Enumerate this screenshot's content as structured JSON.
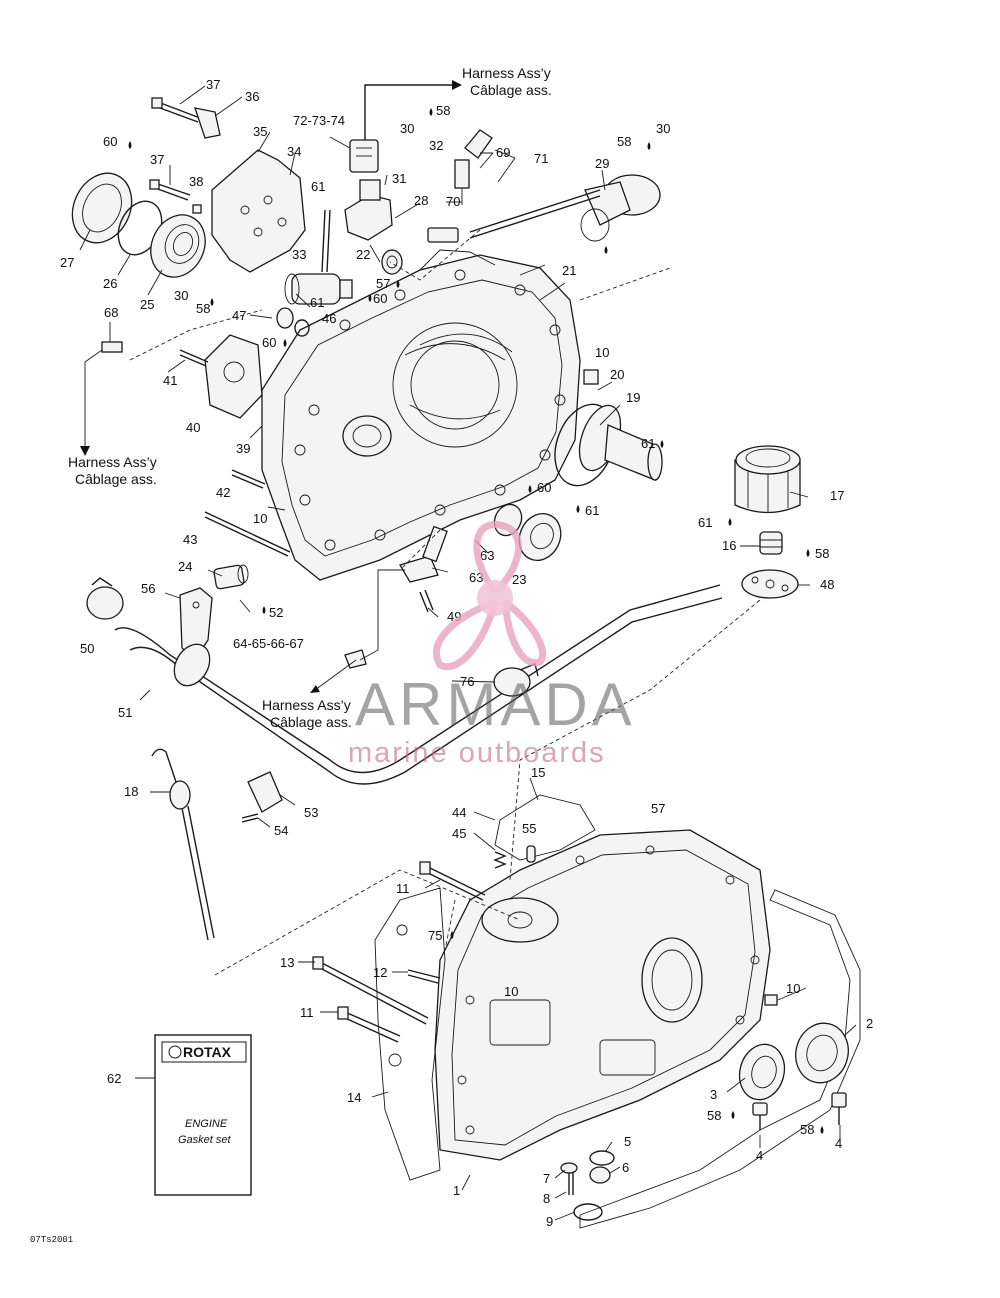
{
  "harness_captions": [
    {
      "line1": "Harness Ass’y",
      "line2": "Câblage ass."
    },
    {
      "line1": "Harness Ass’y",
      "line2": "Câblage ass."
    },
    {
      "line1": "Harness Ass’y",
      "line2": "Câblage ass."
    }
  ],
  "part_labels": [
    "37",
    "36",
    "72-73-74",
    "30",
    "58",
    "69",
    "71",
    "60",
    "35",
    "34",
    "30",
    "58",
    "37",
    "38",
    "61",
    "31",
    "32",
    "28",
    "70",
    "29",
    "27",
    "26",
    "25",
    "22",
    "57",
    "60",
    "21",
    "61",
    "30",
    "58",
    "33",
    "47",
    "46",
    "60",
    "68",
    "41",
    "10",
    "20",
    "19",
    "61",
    "40",
    "39",
    "61",
    "17",
    "42",
    "10",
    "60",
    "61",
    "43",
    "63",
    "23",
    "16",
    "58",
    "24",
    "63",
    "48",
    "56",
    "52",
    "49",
    "50",
    "64-65-66-67",
    "76",
    "51",
    "18",
    "15",
    "53",
    "57",
    "54",
    "44",
    "45",
    "55",
    "11",
    "75",
    "13",
    "12",
    "10",
    "10",
    "11",
    "2",
    "62",
    "3",
    "14",
    "58",
    "58",
    "4",
    "5",
    "4",
    "6",
    "7",
    "8",
    "1",
    "9"
  ],
  "booklet": {
    "brand": "ROTAX",
    "line1": "ENGINE",
    "line2": "Gasket set"
  },
  "watermark": {
    "brand": "ARMADA",
    "sub": "marine outboards"
  },
  "drawing_code": "07Ts2001",
  "colors": {
    "ink": "#1a1a1a",
    "watermark_pink": "#e8a3bf",
    "watermark_pink_light": "#f1c4d6",
    "watermark_grey": "#5a5a5a"
  }
}
